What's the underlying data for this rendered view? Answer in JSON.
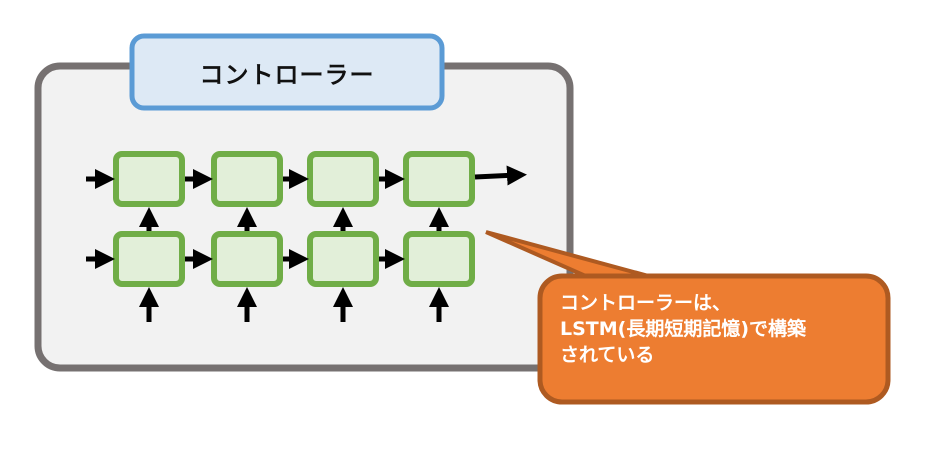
{
  "controller": {
    "title": "コントローラー"
  },
  "callout": {
    "lines": [
      "コントローラーは、",
      "LSTM(長期短期記憶)で構築",
      "されている"
    ]
  },
  "colors": {
    "outer_box_fill": "#f2f2f2",
    "outer_box_stroke": "#767171",
    "title_fill": "#dde9f5",
    "title_stroke": "#5b9bd5",
    "cell_fill": "#e2efd9",
    "cell_stroke": "#70ad47",
    "arrow": "#000000",
    "callout_fill": "#ed7d31",
    "callout_stroke": "#ae5a21"
  },
  "grid": {
    "rows": 2,
    "cols": 4
  }
}
